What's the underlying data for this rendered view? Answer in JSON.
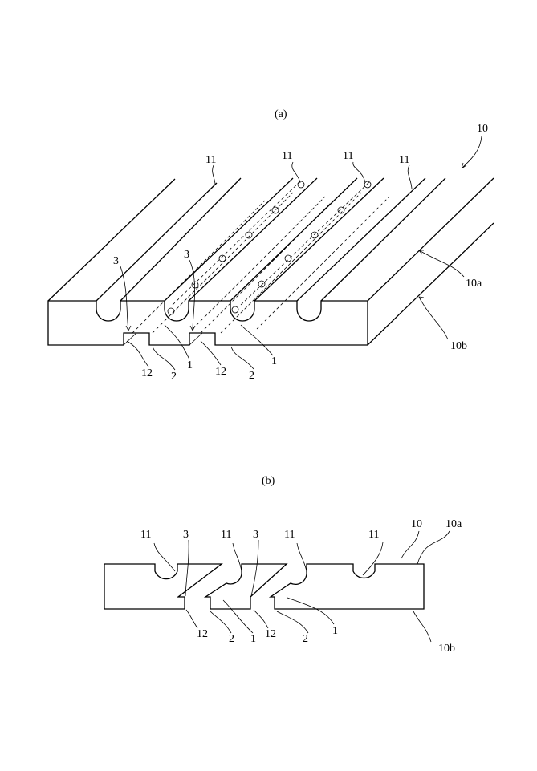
{
  "figure_a": {
    "caption": "(a)",
    "labels": {
      "board": "10",
      "top_surface": "10a",
      "bottom_surface": "10b",
      "groove": "11",
      "step": "12",
      "slope": "1",
      "recess": "2",
      "arrow_3": "3"
    }
  },
  "figure_b": {
    "caption": "(b)",
    "labels": {
      "board": "10",
      "top_surface": "10a",
      "bottom_surface": "10b",
      "groove": "11",
      "step": "12",
      "slope": "1",
      "recess": "2",
      "arrow_3": "3"
    }
  }
}
